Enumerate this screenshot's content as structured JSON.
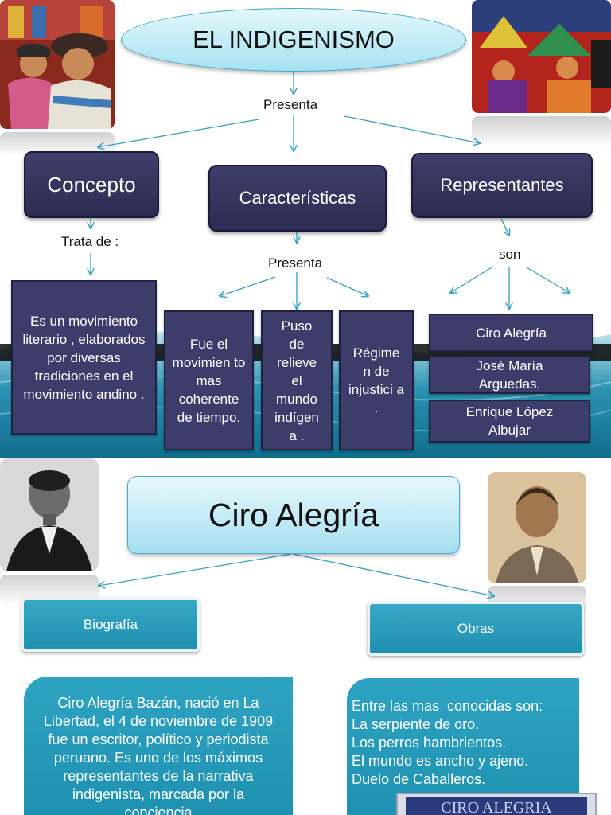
{
  "slide1": {
    "title": "EL INDIGENISMO",
    "presenta_top": "Presenta",
    "concepto": {
      "label": "Concepto",
      "connector": "Trata de :",
      "text": "Es un movimiento literario , elaborados por diversas tradiciones en el movimiento andino ."
    },
    "caracteristicas": {
      "label": "Características",
      "connector": "Presenta",
      "items": [
        "Fue el movimien to mas coherente de tiempo.",
        "Puso de relieve el mundo indígen a .",
        "Régime n de injustici a ."
      ]
    },
    "representantes": {
      "label": "Representantes",
      "connector": "son",
      "items": [
        "Ciro Alegría",
        "José María Arguedas.",
        "Enrique López Albujar"
      ]
    },
    "colors": {
      "dark_box": "#34345f",
      "oval": "#a6e2f1",
      "sea": "#1c7f9f"
    },
    "images": [
      "indigenous-mother-child-painting",
      "indigenous-market-painting"
    ]
  },
  "slide2": {
    "title": "Ciro Alegría",
    "biografia_label": "Biografía",
    "obras_label": "Obras",
    "bio_text": "Ciro Alegría Bazán, nació en La Libertad, el 4 de noviembre de 1909 fue un escritor, político y periodista peruano. Es uno de los máximos representantes de la narrativa indigenista, marcada por la conciencia",
    "obras_lines": [
      "Entre las mas  conocidas son:",
      "La serpiente de oro.",
      "Los perros hambrientos.",
      "El mundo es ancho y ajeno.",
      "Duelo de Caballeros."
    ],
    "book_cover_text": "CIRO ALEGRIA",
    "colors": {
      "teal": "#2196b5"
    },
    "images": [
      "portrait-bw-photo",
      "portrait-sepia-photo",
      "book-cover"
    ]
  }
}
